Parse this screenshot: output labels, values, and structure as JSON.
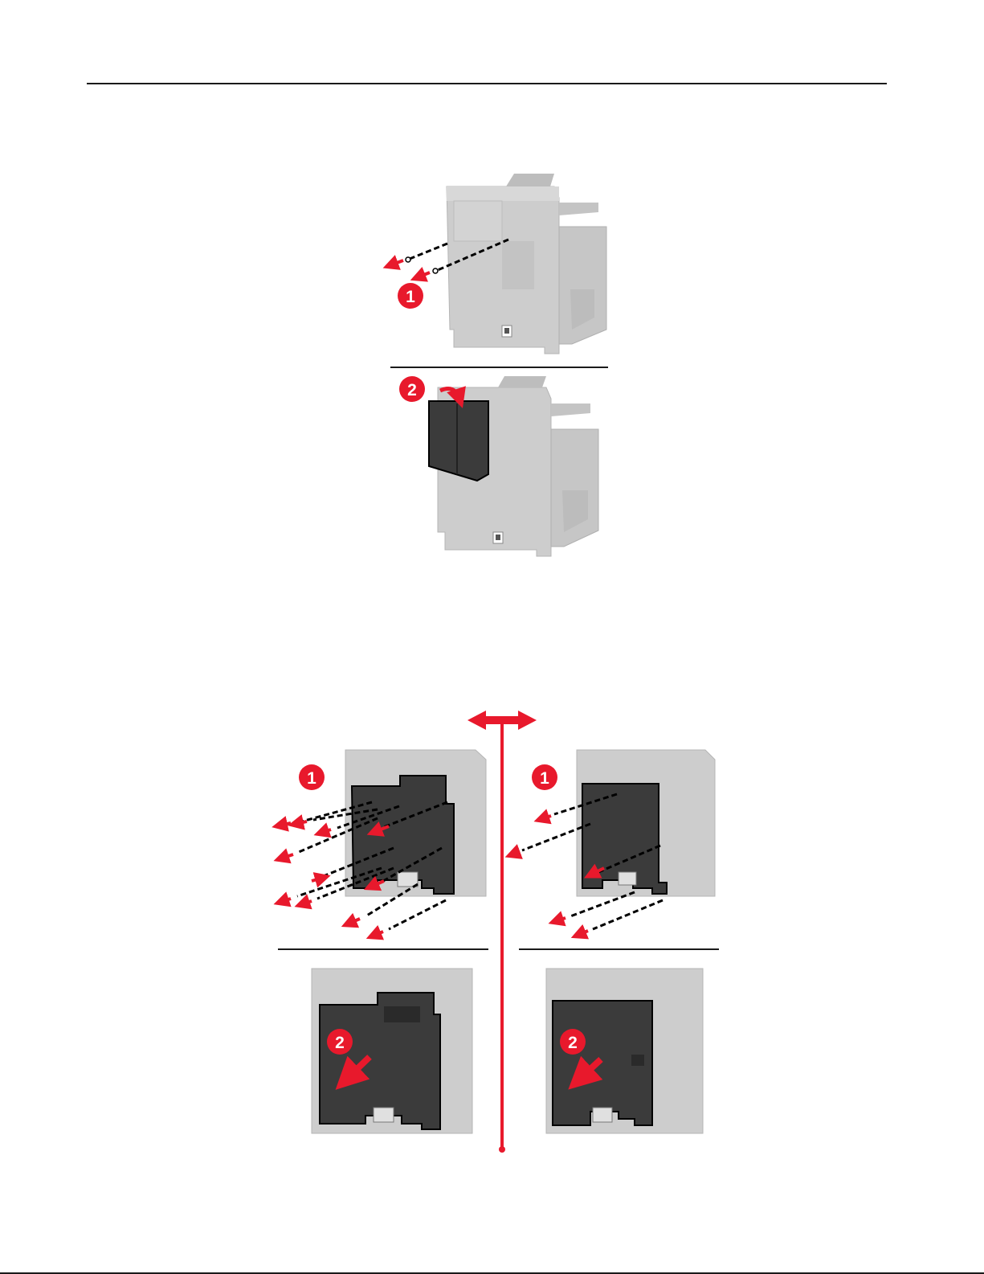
{
  "figure_top": {
    "step_badges": [
      "1",
      "2"
    ]
  },
  "figure_bottom": {
    "left_panel": {
      "step_badges": [
        "1",
        "2"
      ]
    },
    "right_panel": {
      "step_badges": [
        "1",
        "2"
      ]
    }
  },
  "colors": {
    "accent": "#e8192c",
    "printer_body": "#c9c9c9",
    "panel_dark": "#3b3b3b",
    "rule": "#1a1a1a"
  }
}
